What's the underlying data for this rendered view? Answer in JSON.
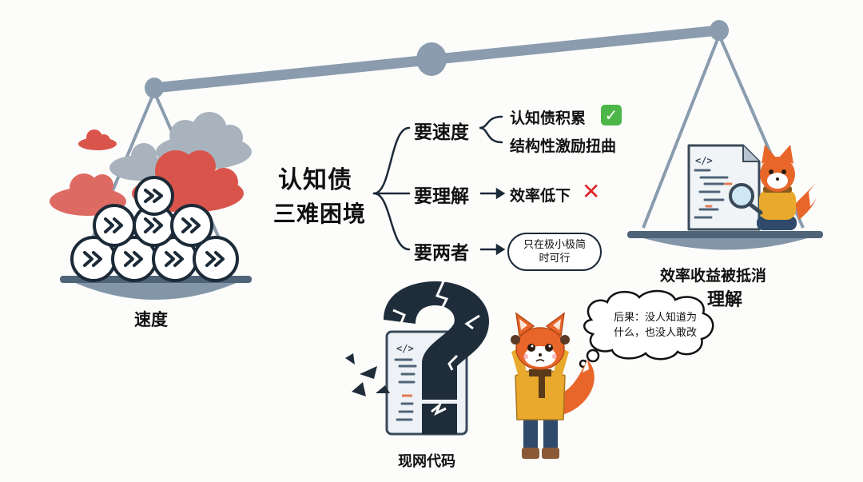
{
  "diagram": {
    "center": {
      "title_line1": "认知债",
      "title_line2": "三难困境"
    },
    "branches": [
      {
        "label": "要速度",
        "outcomes": [
          {
            "text": "认知债积累",
            "icon": "green-check-icon"
          },
          {
            "text": "结构性激励扭曲"
          }
        ]
      },
      {
        "label": "要理解",
        "outcomes": [
          {
            "text": "效率低下",
            "icon": "red-cross-icon"
          }
        ]
      },
      {
        "label": "要两者",
        "outcomes": [
          {
            "text_line1": "只在极小极简",
            "text_line2": "时可行"
          }
        ]
      }
    ],
    "check_glyph": "✓",
    "cross_glyph": "✕"
  },
  "scale": {
    "left_pan": {
      "label": "速度",
      "content": "stack-of-fast-forward-coins",
      "coin_glyph": "»",
      "coin_count": 8
    },
    "right_pan": {
      "label_line1": "效率收益被抵消",
      "label_line2": "理解",
      "content": "fox-inspecting-code-document",
      "doc_glyph": "</>"
    }
  },
  "bottom": {
    "code_label": "现网代码",
    "code_glyph": "</>",
    "thought_bubble": {
      "line1": "后果：没人知道为",
      "line2": "什么，也没人敢改"
    }
  },
  "colors": {
    "beam": "#8a9cad",
    "pan": "#8396a8",
    "pan_rim": "#4f6478",
    "cloud_red": "#d9544b",
    "cloud_gray": "#a9b3bd",
    "ink": "#1c2a38",
    "fox_orange": "#e8662a",
    "sweater": "#e9a92c",
    "check_green": "#4cb648",
    "cross_red": "#e0262a"
  }
}
